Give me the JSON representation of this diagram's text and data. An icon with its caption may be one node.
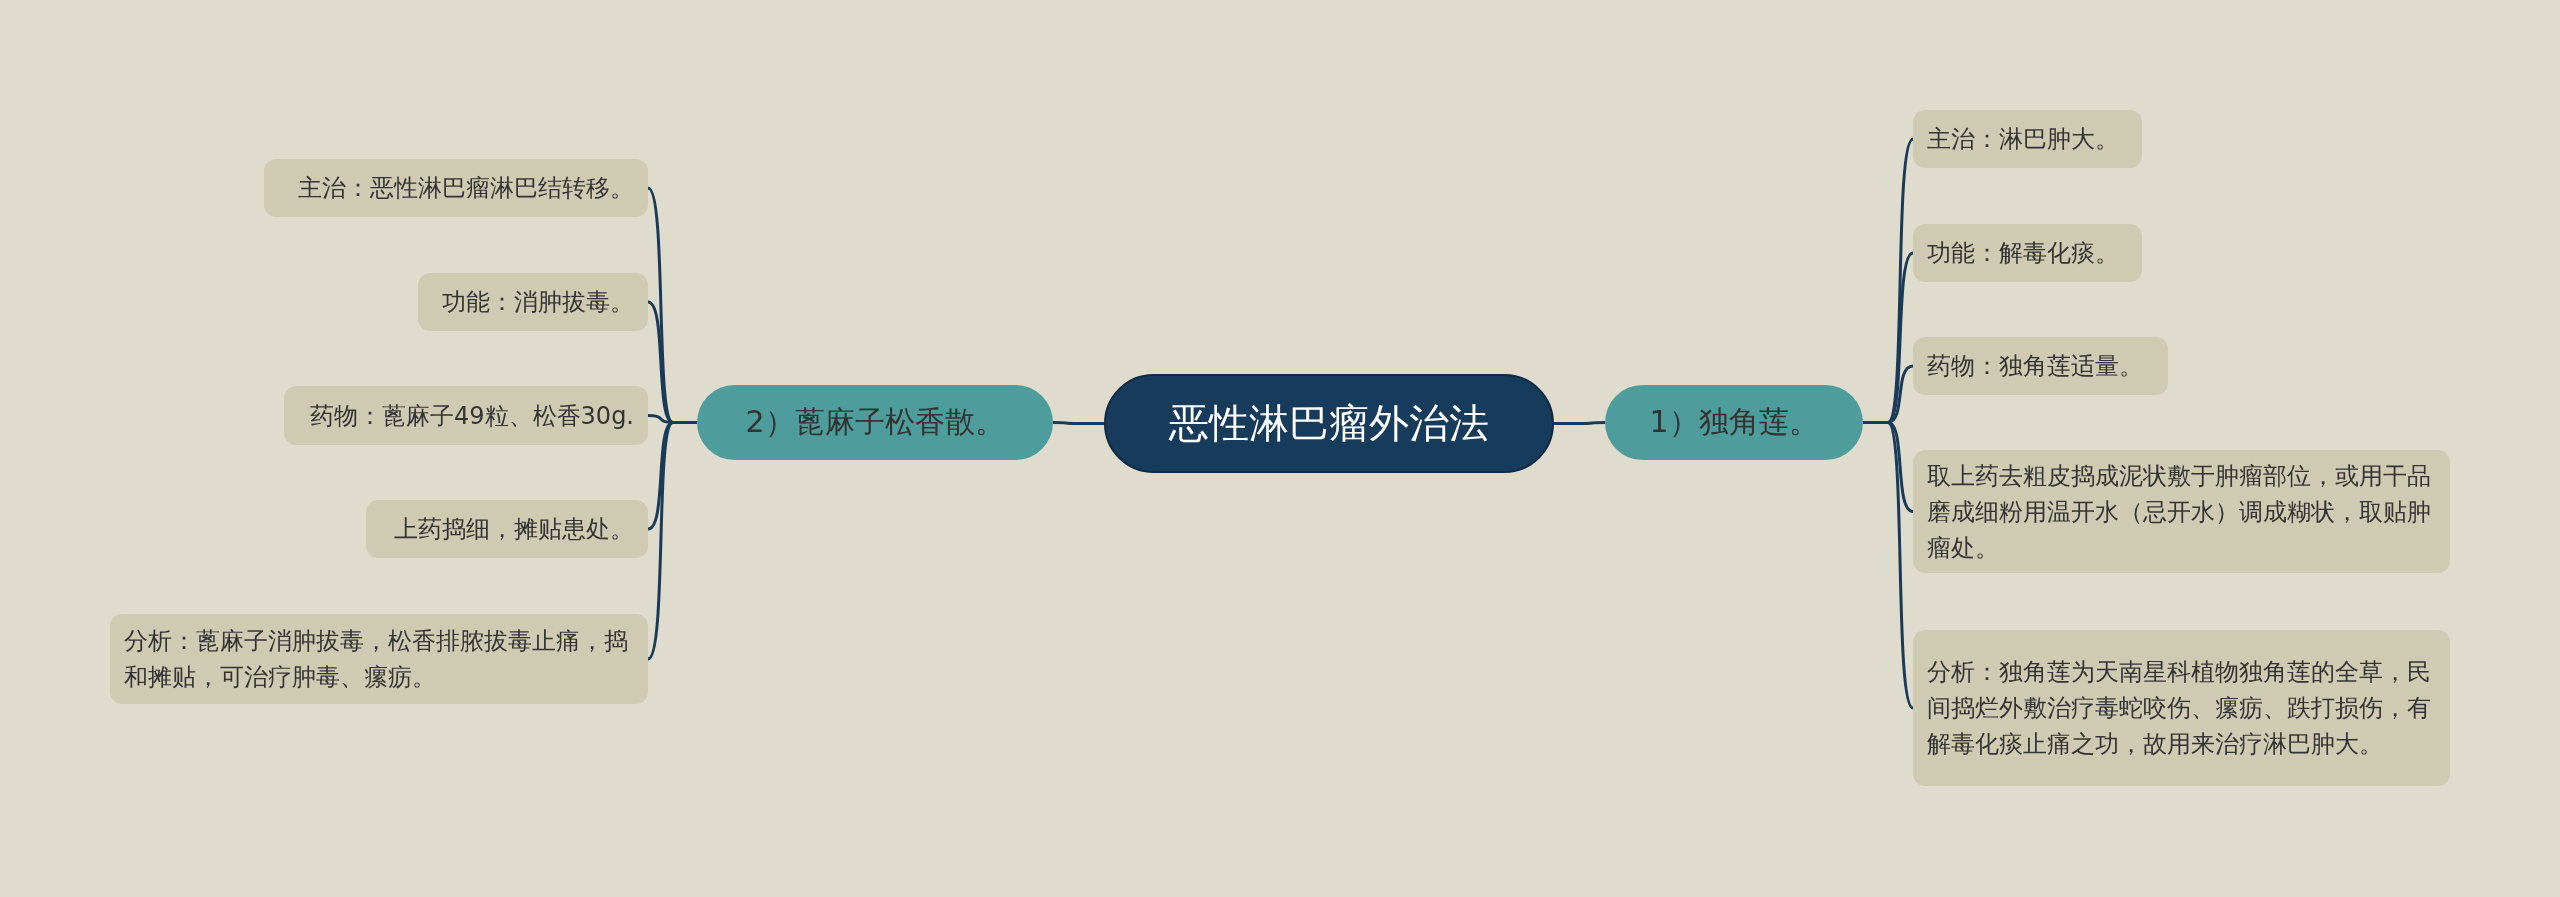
{
  "diagram": {
    "nodes": [
      {
        "text": [
          "恶性淋巴瘤外治法"
        ]
      },
      {
        "text": [
          "1）独角莲。"
        ]
      },
      {
        "text": [
          "主治：淋巴肿大。"
        ]
      },
      {
        "text": [
          "功能：解毒化痰。"
        ]
      },
      {
        "text": [
          "药物：独角莲适量。"
        ]
      },
      {
        "text": [
          "取上药去粗皮捣成泥状敷于肿瘤部位，或用干品磨成细粉用温开水（忌开水）调成糊状，取贴肿瘤处。"
        ]
      },
      {
        "text": [
          "分析：独角莲为天南星科植物独角莲的全草，民间捣烂外敷治疗毒蛇咬伤、瘰疬、跌打损伤，有解毒化痰止痛之功，故用来治疗淋巴肿大。"
        ]
      },
      {
        "text": [
          "2）蓖麻子松香散。"
        ]
      },
      {
        "text": [
          "主治：恶性淋巴瘤淋巴结转移。"
        ]
      },
      {
        "text": [
          "功能：消肿拔毒。"
        ]
      },
      {
        "text": [
          "药物：蓖麻子49粒、松香30g."
        ]
      },
      {
        "text": [
          "上药捣细，摊贴患处。"
        ]
      },
      {
        "text": [
          "分析：蓖麻子消肿拔毒，松香排脓拔毒止痛，捣和摊贴，可治疗肿毒、瘰疬。"
        ]
      }
    ],
    "edges": [
      {
        "from": 0,
        "to": 1,
        "arrow": "none"
      },
      {
        "from": 1,
        "to": 2,
        "arrow": "none"
      },
      {
        "from": 1,
        "to": 3,
        "arrow": "none"
      },
      {
        "from": 1,
        "to": 4,
        "arrow": "none"
      },
      {
        "from": 1,
        "to": 5,
        "arrow": "none"
      },
      {
        "from": 1,
        "to": 6,
        "arrow": "none"
      },
      {
        "from": 0,
        "to": 7,
        "arrow": "none"
      },
      {
        "from": 7,
        "to": 8,
        "arrow": "none"
      },
      {
        "from": 7,
        "to": 9,
        "arrow": "none"
      },
      {
        "from": 7,
        "to": 10,
        "arrow": "none"
      },
      {
        "from": 7,
        "to": 11,
        "arrow": "none"
      },
      {
        "from": 7,
        "to": 12,
        "arrow": "none"
      }
    ]
  }
}
